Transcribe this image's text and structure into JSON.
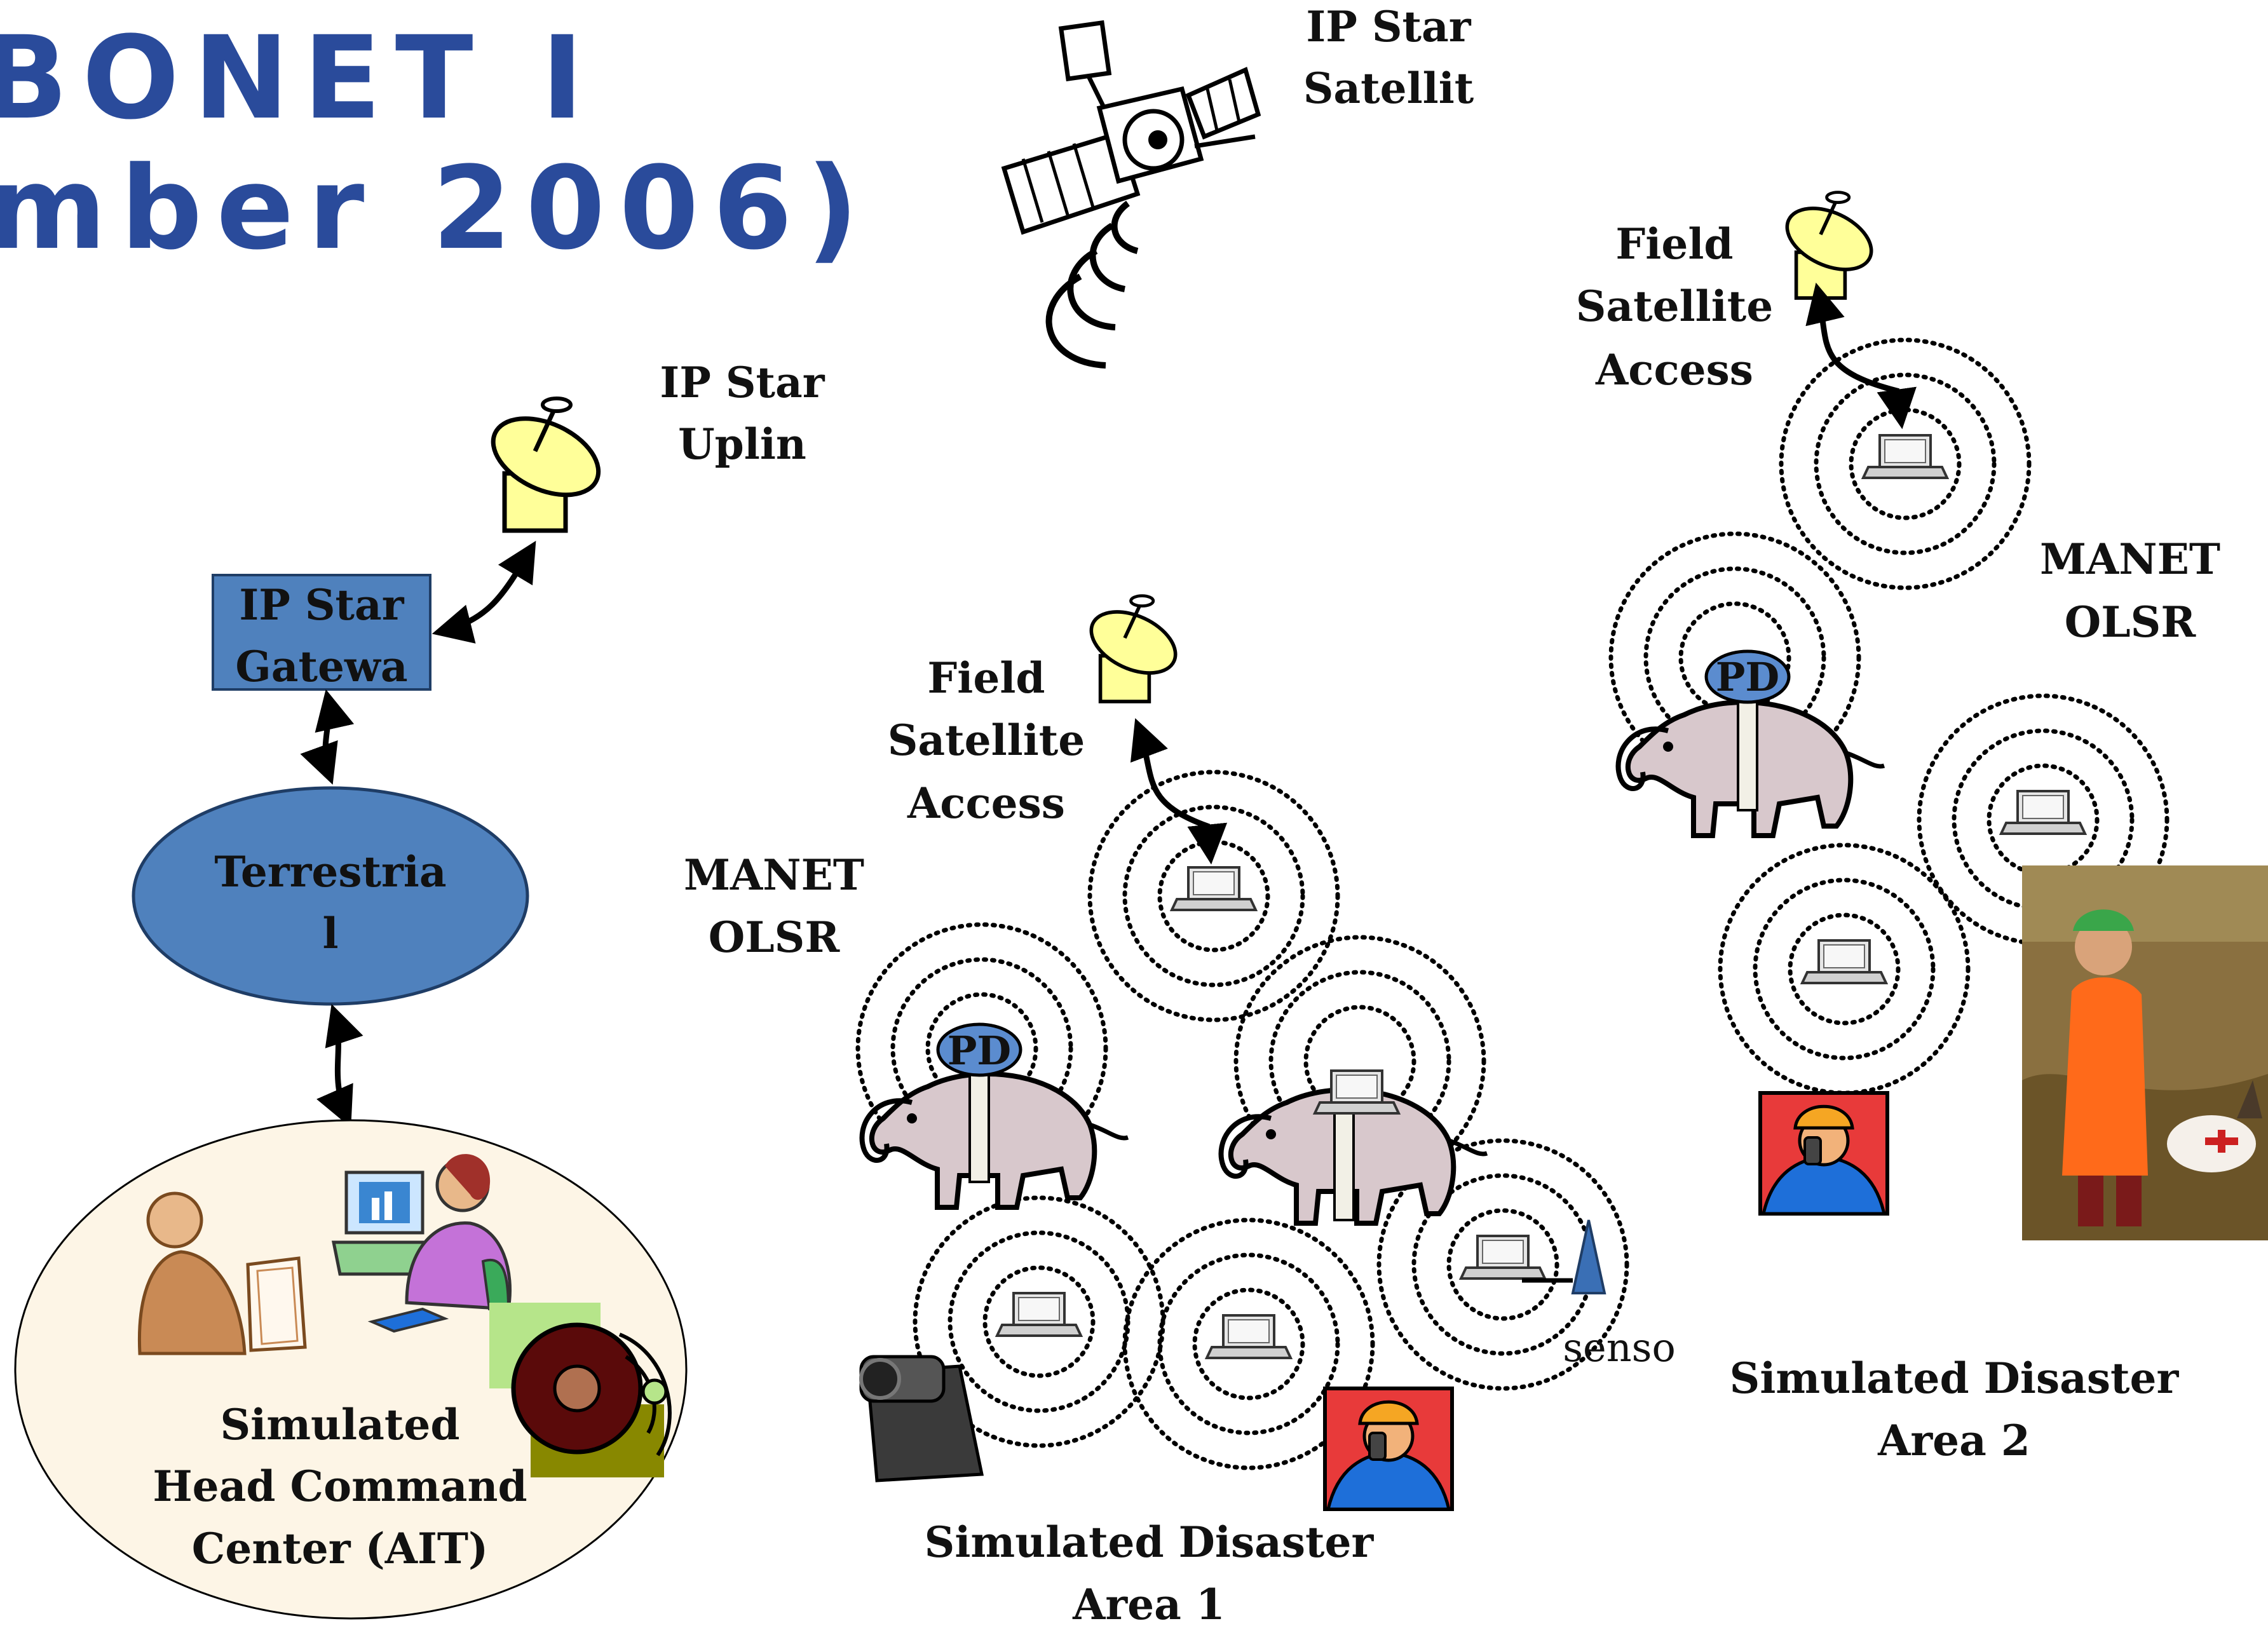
{
  "title": {
    "line1": "BONET I",
    "line2": "mber 2006)"
  },
  "labels": {
    "ip_star_satellite": [
      "IP Star",
      "Satellit"
    ],
    "ip_star_uplink": [
      "IP Star",
      "Uplin"
    ],
    "ip_star_gateway": [
      "IP Star",
      "Gatewa"
    ],
    "terrestrial": [
      "Terrestria",
      "l"
    ],
    "head_command": [
      "Simulated",
      "Head Command",
      "Center (AIT)"
    ],
    "field_sat_access_1": [
      "Field",
      "Satellite",
      "Access"
    ],
    "field_sat_access_2": [
      "Field",
      "Satellite",
      "Access"
    ],
    "manet_1": [
      "MANET",
      "OLSR"
    ],
    "manet_2": [
      "MANET",
      "OLSR"
    ],
    "pda_1": "PD",
    "pda_2": "PD",
    "sensor": "senso",
    "disaster_area_1": [
      "Simulated Disaster",
      "Area 1"
    ],
    "disaster_area_2": [
      "Simulated Disaster",
      "Area 2"
    ]
  },
  "colors": {
    "title": "#2a4b9b",
    "gateway_fill": "#4f81bd",
    "terrestrial_fill": "#4f81bd",
    "dish_fill": "#ffff99",
    "command_center_fill": "#fdf5e6",
    "pda_fill": "#5b8ccf",
    "elephant_fill": "#d8c8cc",
    "sensor_fill": "#3a6fb5",
    "alert_red": "#e83a3a",
    "worker_blue": "#1e6fd9"
  }
}
